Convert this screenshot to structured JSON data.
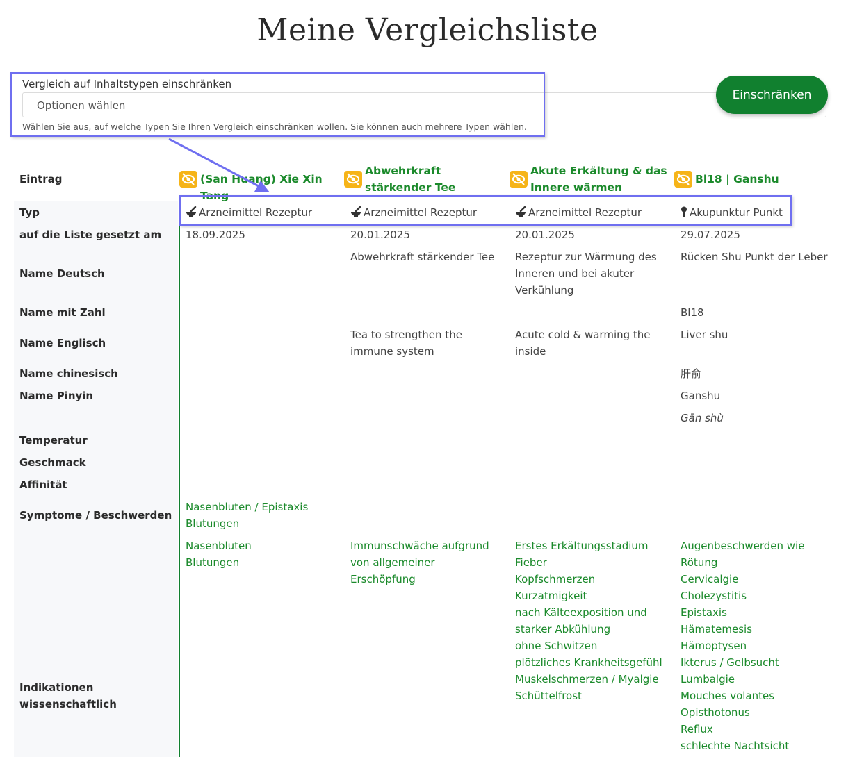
{
  "page": {
    "title": "Meine Vergleichsliste"
  },
  "filter": {
    "label": "Vergleich auf Inhaltstypen einschränken",
    "placeholder": "Optionen wählen",
    "help": "Wählen Sie aus, auf welche Typen Sie Ihren Vergleich einschränken wollen. Sie können auch mehrere Typen wählen.",
    "button": "Einschränken"
  },
  "colors": {
    "accent": "#11802f",
    "link": "#1b8a2b",
    "icon_bg": "#f6b418",
    "highlight": "#6f6ff0"
  },
  "row_labels": {
    "eintrag": "Eintrag",
    "typ": "Typ",
    "added": "auf die Liste gesetzt am",
    "name_de": "Name Deutsch",
    "name_num": "Name mit Zahl",
    "name_en": "Name Englisch",
    "name_zh": "Name chinesisch",
    "name_pinyin": "Name Pinyin",
    "temp": "Temperatur",
    "taste": "Geschmack",
    "affinity": "Affinität",
    "symptoms": "Symptome / Beschwerden",
    "indications": "Indikationen wissenschaftlich"
  },
  "entries": [
    {
      "icon": "eye-slash-icon",
      "title": "(San Huang) Xie Xin Tang",
      "type_icon": "mortar-pestle-icon",
      "type": "Arzneimittel Rezeptur",
      "added": "18.09.2025",
      "name_de": "",
      "name_num": "",
      "name_en": "",
      "name_zh": "",
      "name_pinyin": "",
      "pinyin_tone": "",
      "symptoms": [
        "Nasenbluten / Epistaxis",
        "Blutungen"
      ],
      "indications": [
        "Nasenbluten",
        "Blutungen"
      ]
    },
    {
      "icon": "eye-slash-icon",
      "title": "Abwehrkraft stärkender Tee",
      "type_icon": "mortar-pestle-icon",
      "type": "Arzneimittel Rezeptur",
      "added": "20.01.2025",
      "name_de": "Abwehrkraft stärkender Tee",
      "name_num": "",
      "name_en": "Tea to strengthen the immune system",
      "name_zh": "",
      "name_pinyin": "",
      "pinyin_tone": "",
      "symptoms": [],
      "indications": [
        "Immunschwäche aufgrund von allgemeiner Erschöpfung"
      ]
    },
    {
      "icon": "eye-slash-icon",
      "title": "Akute Erkältung & das Innere wärmen",
      "type_icon": "mortar-pestle-icon",
      "type": "Arzneimittel Rezeptur",
      "added": "20.01.2025",
      "name_de": "Rezeptur zur Wärmung des Inneren und bei akuter Verkühlung",
      "name_num": "",
      "name_en": "Acute cold & warming the inside",
      "name_zh": "",
      "name_pinyin": "",
      "pinyin_tone": "",
      "symptoms": [],
      "indications": [
        "Erstes Erkältungsstadium",
        "Fieber",
        "Kopfschmerzen",
        "Kurzatmigkeit",
        "nach Kälteexposition und starker Abkühlung",
        "ohne Schwitzen",
        "plötzliches Krankheitsgefühl",
        "Muskelschmerzen / Myalgie",
        "Schüttelfrost"
      ]
    },
    {
      "icon": "eye-slash-icon",
      "title": "Bl18 | Ganshu",
      "type_icon": "pin-icon",
      "type": "Akupunktur Punkt",
      "added": "29.07.2025",
      "name_de": "Rücken Shu Punkt der Leber",
      "name_num": "Bl18",
      "name_en": "Liver shu",
      "name_zh": "肝俞",
      "name_pinyin": "Ganshu",
      "pinyin_tone": "Gān shù",
      "symptoms": [],
      "indications": [
        "Augenbeschwerden wie Rötung",
        "Cervicalgie",
        "Cholezystitis",
        "Epistaxis",
        "Hämatemesis",
        "Hämoptysen",
        "Ikterus / Gelbsucht",
        "Lumbalgie",
        "Mouches volantes",
        "Opisthotonus",
        "Reflux",
        "schlechte Nachtsicht"
      ]
    }
  ]
}
